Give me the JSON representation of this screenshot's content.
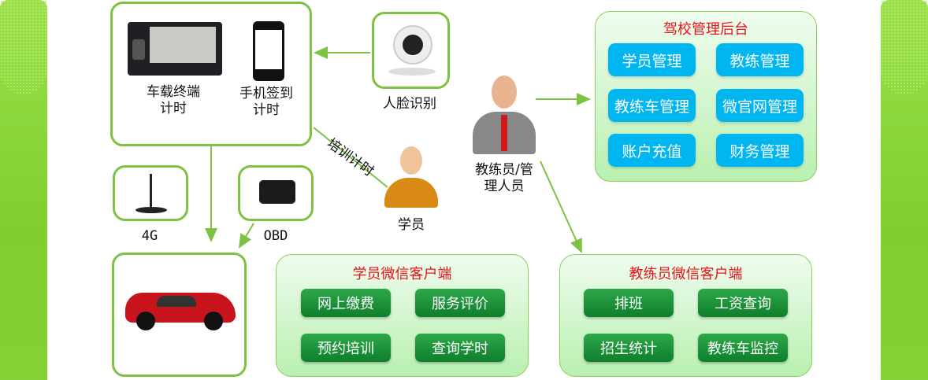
{
  "devices": {
    "terminal_label": "车载终端\n计时",
    "phone_label": "手机签到\n计时"
  },
  "face": {
    "label": "人脸识别"
  },
  "net": {
    "g4": "4G",
    "obd": "OBD"
  },
  "student": {
    "label": "学员",
    "training_label": "培训计时"
  },
  "coach": {
    "label": "教练员/管\n理人员"
  },
  "admin": {
    "title": "驾校管理后台",
    "buttons": [
      "学员管理",
      "教练管理",
      "教练车管理",
      "微官网管理",
      "账户充值",
      "财务管理"
    ]
  },
  "student_wechat": {
    "title": "学员微信客户端",
    "buttons": [
      "网上缴费",
      "服务评价",
      "预约培训",
      "查询学时"
    ]
  },
  "coach_wechat": {
    "title": "教练员微信客户端",
    "buttons": [
      "排班",
      "工资查询",
      "招生统计",
      "教练车监控"
    ]
  },
  "colors": {
    "green": "#7dc242",
    "blue": "#00b6f1",
    "red": "#e8131b"
  }
}
